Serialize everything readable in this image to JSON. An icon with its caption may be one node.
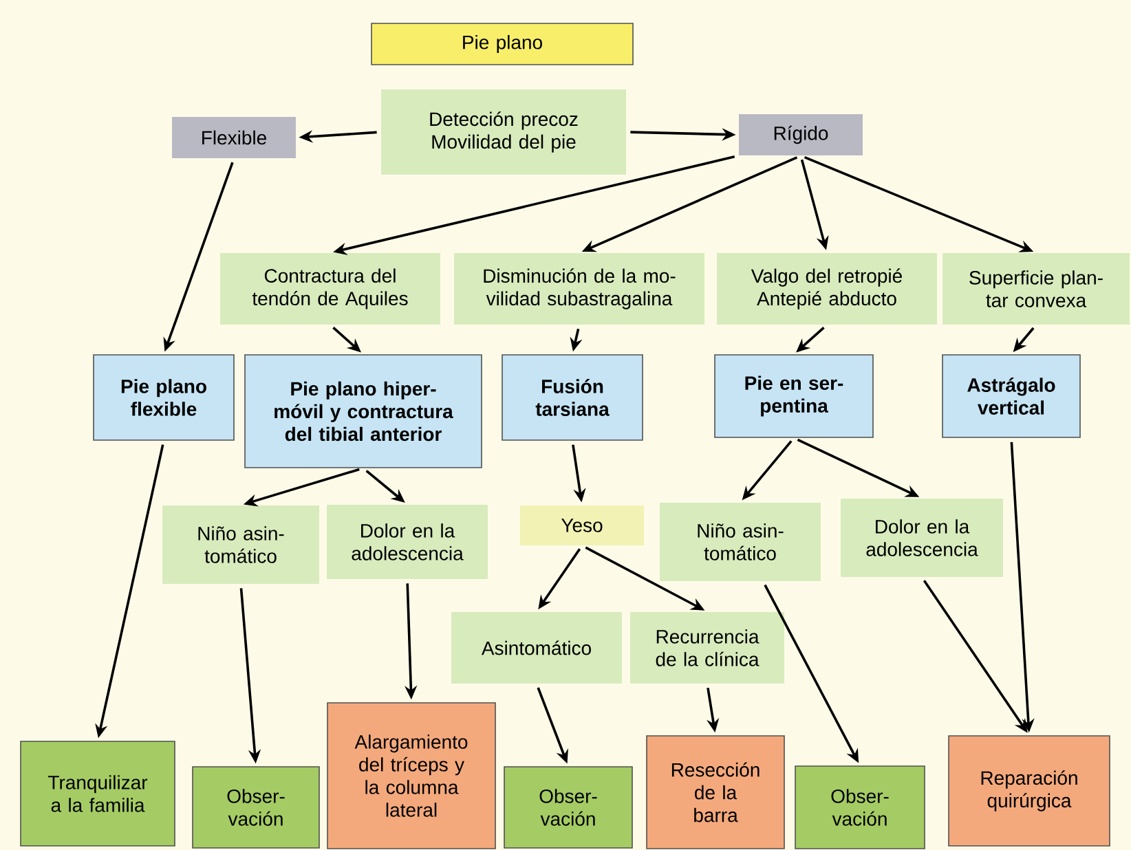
{
  "diagram": {
    "nodes": [
      {
        "text": [
          "Pie plano"
        ]
      },
      {
        "text": [
          "Detección precoz Movilidad del pie"
        ]
      },
      {
        "text": [
          "Flexible"
        ]
      },
      {
        "text": [
          "Rígido"
        ]
      },
      {
        "text": [
          "Contractura del tendón de Aquiles"
        ]
      },
      {
        "text": [
          "Disminución de la mo- vilidad subastragalina"
        ]
      },
      {
        "text": [
          "Valgo del retropié Antepié abducto"
        ]
      },
      {
        "text": [
          "Superficie plan- tar convexa"
        ]
      },
      {
        "text": [
          "Pie plano flexible"
        ]
      },
      {
        "text": [
          "Pie plano hiper- móvil y contractura del tibial anterior"
        ]
      },
      {
        "text": [
          "Fusión tarsiana"
        ]
      },
      {
        "text": [
          "Pie en ser- pentina"
        ]
      },
      {
        "text": [
          "Astrágalo vertical"
        ]
      },
      {
        "text": [
          "Niño asin- tomático"
        ]
      },
      {
        "text": [
          "Dolor en la adolescencia"
        ]
      },
      {
        "text": [
          "Yeso"
        ]
      },
      {
        "text": [
          "Niño asin- tomático"
        ]
      },
      {
        "text": [
          "Dolor en la adolescencia"
        ]
      },
      {
        "text": [
          "Asintomático"
        ]
      },
      {
        "text": [
          "Recurrencia de la clínica"
        ]
      },
      {
        "text": [
          "Tranquilizar a la familia"
        ]
      },
      {
        "text": [
          "Obser- vación"
        ]
      },
      {
        "text": [
          "Alargamiento del tríceps y la columna lateral"
        ]
      },
      {
        "text": [
          "Obser- vación"
        ]
      },
      {
        "text": [
          "Resección de la barra"
        ]
      },
      {
        "text": [
          "Obser- vación"
        ]
      },
      {
        "text": [
          "Reparación quirúrgica"
        ]
      }
    ],
    "edges": [
      {
        "from": 1,
        "to": 2,
        "arrow": "to"
      },
      {
        "from": 1,
        "to": 3,
        "arrow": "to"
      },
      {
        "from": 3,
        "to": 4,
        "arrow": "to"
      },
      {
        "from": 3,
        "to": 5,
        "arrow": "to"
      },
      {
        "from": 3,
        "to": 6,
        "arrow": "to"
      },
      {
        "from": 3,
        "to": 7,
        "arrow": "to"
      },
      {
        "from": 2,
        "to": 8,
        "arrow": "to"
      },
      {
        "from": 4,
        "to": 9,
        "arrow": "to"
      },
      {
        "from": 5,
        "to": 10,
        "arrow": "to"
      },
      {
        "from": 6,
        "to": 11,
        "arrow": "to"
      },
      {
        "from": 7,
        "to": 12,
        "arrow": "to"
      },
      {
        "from": 8,
        "to": 20,
        "arrow": "to"
      },
      {
        "from": 9,
        "to": 13,
        "arrow": "to"
      },
      {
        "from": 9,
        "to": 14,
        "arrow": "to"
      },
      {
        "from": 10,
        "to": 15,
        "arrow": "to"
      },
      {
        "from": 11,
        "to": 16,
        "arrow": "to"
      },
      {
        "from": 11,
        "to": 17,
        "arrow": "to"
      },
      {
        "from": 15,
        "to": 18,
        "arrow": "to"
      },
      {
        "from": 15,
        "to": 19,
        "arrow": "to"
      },
      {
        "from": 13,
        "to": 21,
        "arrow": "to"
      },
      {
        "from": 14,
        "to": 22,
        "arrow": "to"
      },
      {
        "from": 18,
        "to": 23,
        "arrow": "to"
      },
      {
        "from": 19,
        "to": 24,
        "arrow": "to"
      },
      {
        "from": 16,
        "to": 25,
        "arrow": "to"
      },
      {
        "from": 17,
        "to": 26,
        "arrow": "to"
      },
      {
        "from": 12,
        "to": 26,
        "arrow": "to"
      }
    ]
  }
}
